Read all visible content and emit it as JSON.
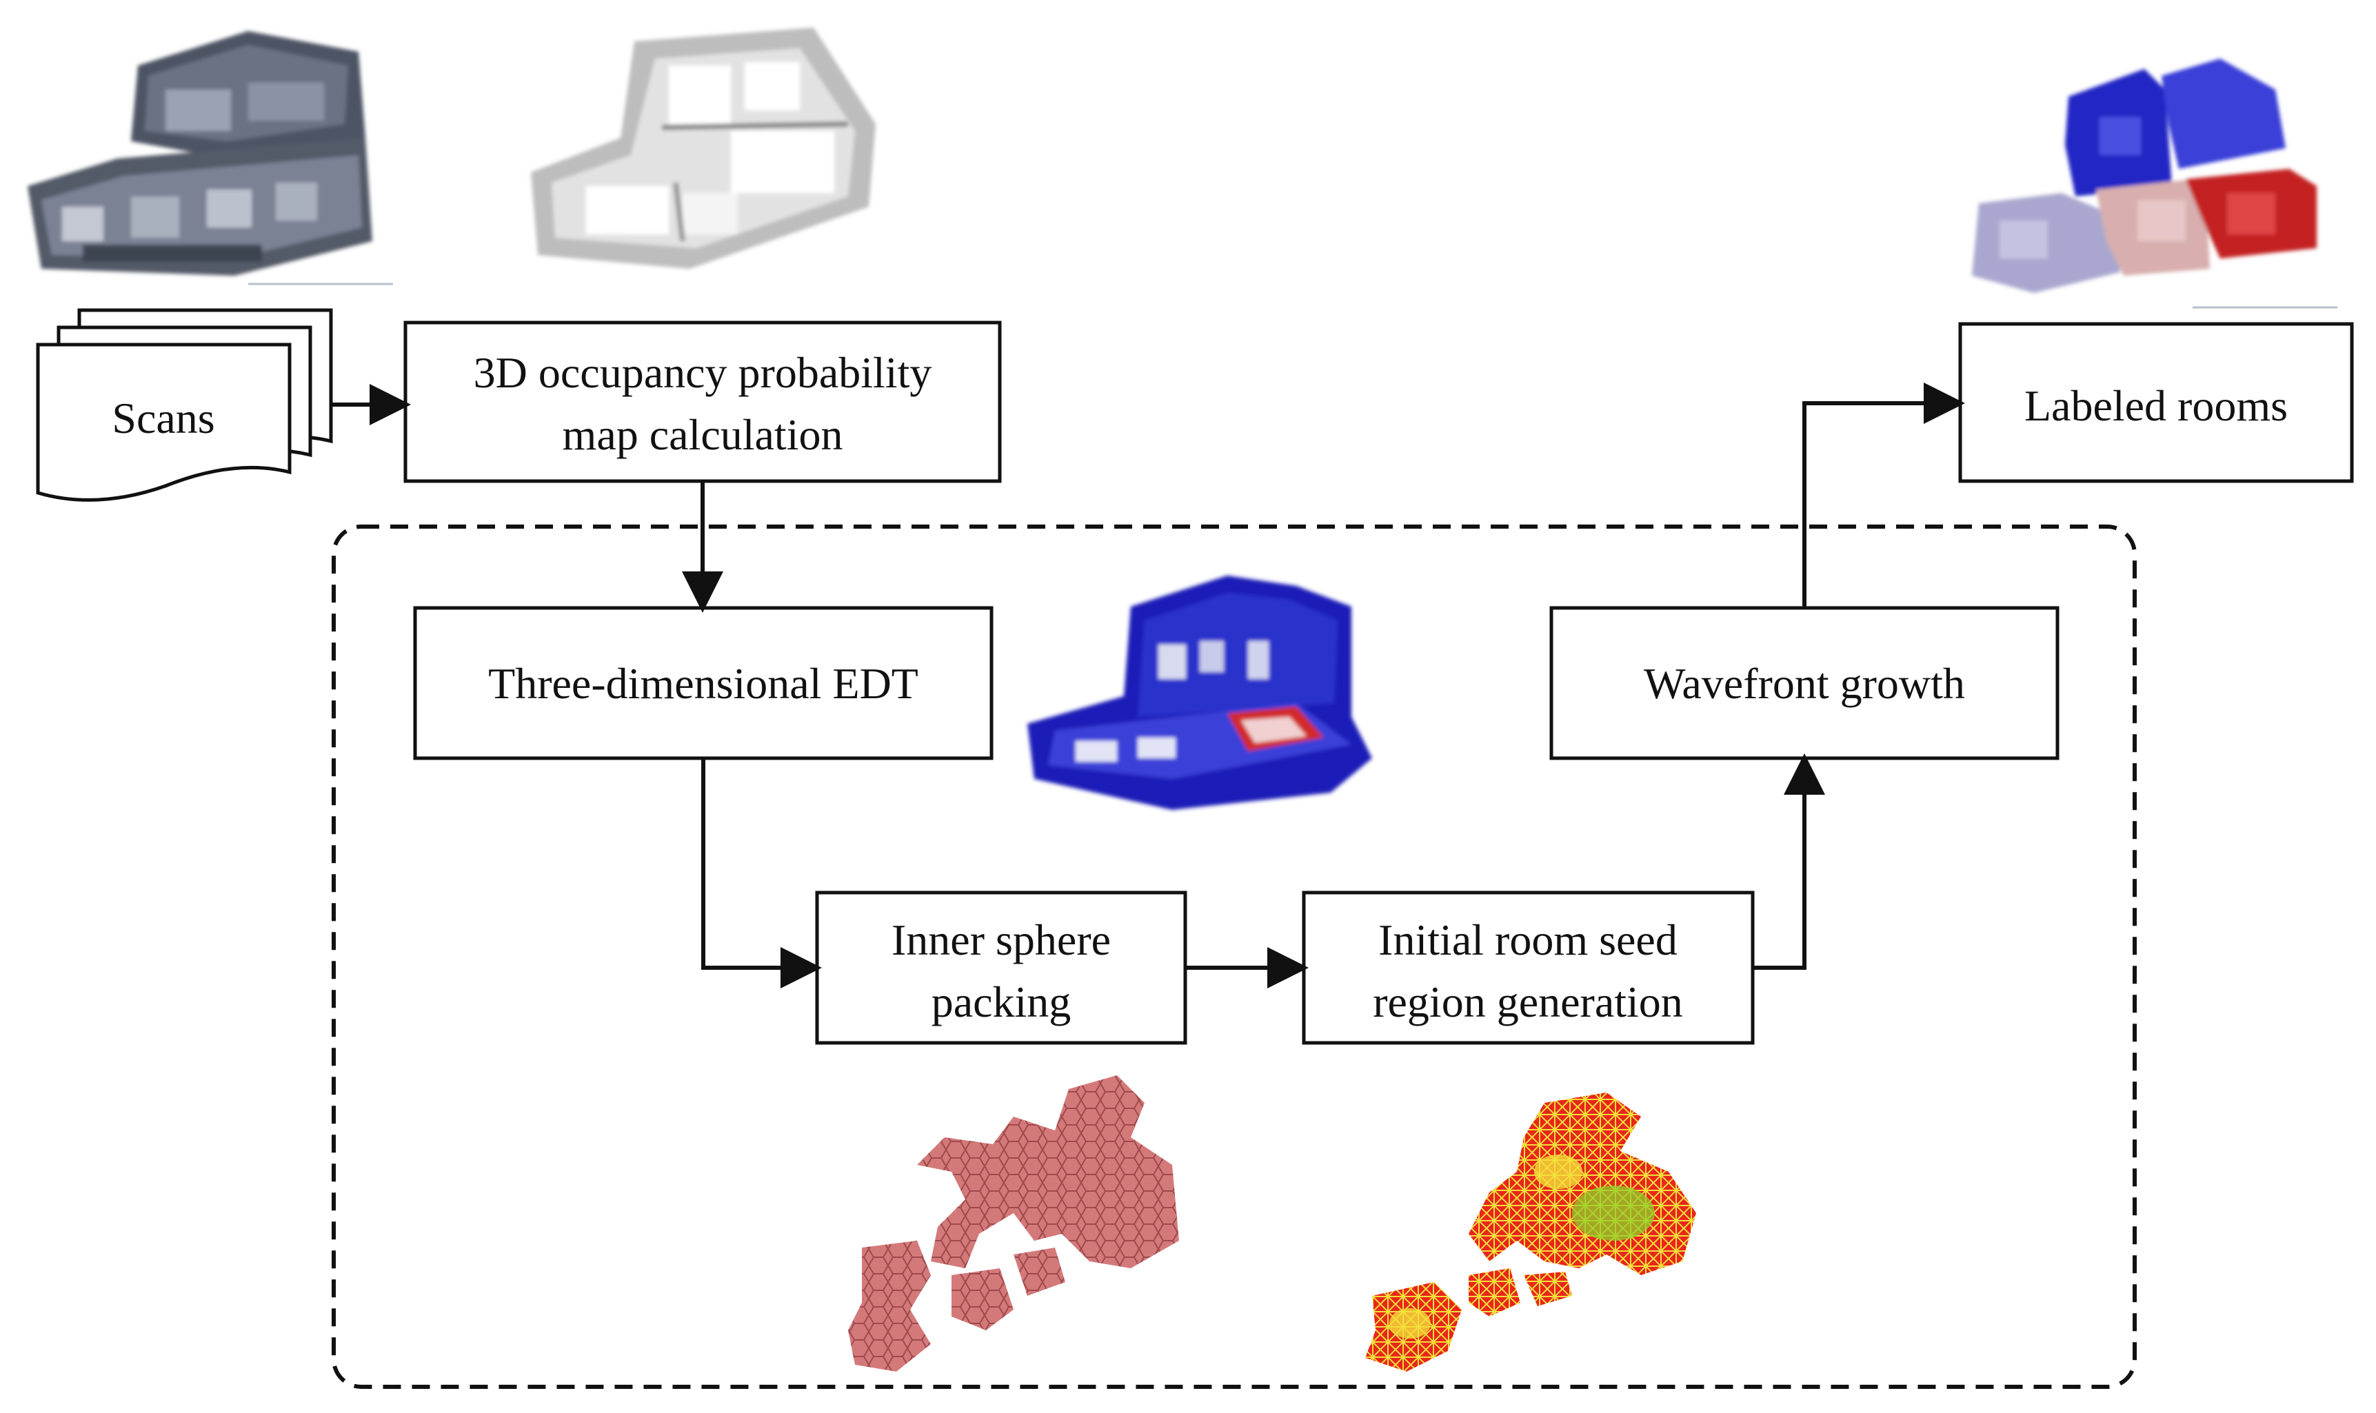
{
  "diagram": {
    "scans_label": "Scans",
    "occupancy_label": [
      "3D occupancy probability",
      "map calculation"
    ],
    "edt_label": "Three-dimensional EDT",
    "sphere_label": [
      "Inner sphere",
      "packing"
    ],
    "seed_label": [
      "Initial room seed",
      "region generation"
    ],
    "wavefront_label": "Wavefront growth",
    "labeled_label": "Labeled rooms"
  },
  "colors": {
    "stroke": "#111111",
    "edt_blue": "#1a1fb8",
    "edt_red": "#d22a2a",
    "sphere_pink": "#d4797a",
    "seed_red": "#e8261b",
    "seed_yellow": "#f2e03a",
    "seed_green": "#8fd12a",
    "room_blue": "#2327c4",
    "room_lilac": "#a9a7cf",
    "room_pink": "#d8aeae",
    "room_red": "#c42424",
    "scan_gray": "#5b6270"
  }
}
